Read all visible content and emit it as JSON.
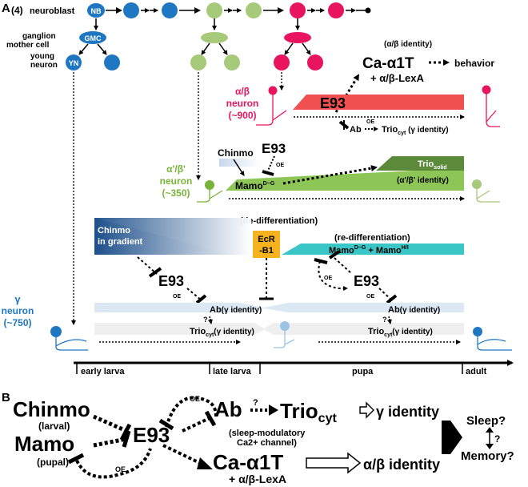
{
  "panel_a": {
    "label": "A",
    "lineage": {
      "count": "(4)",
      "neuroblast": "neuroblast",
      "nb": "NB",
      "gmc_label_1": "ganglion",
      "gmc_label_2": "mother cell",
      "gmc": "GMC",
      "yn_label_1": "young",
      "yn_label_2": "neuron",
      "yn": "YN"
    },
    "ab": {
      "identity_note": "(α/β identity)",
      "ca": "Ca-α1T",
      "behavior": "behavior",
      "lexa": "+ α/β-LexA",
      "neuron_1": "α/β",
      "neuron_2": "neuron",
      "neuron_3": "(~900)",
      "e93": "E93",
      "ab_small": "Ab",
      "oe": "OE",
      "trio": "Trio",
      "trio_sub": "cyt",
      "trio_note": " (γ identity)"
    },
    "apbp": {
      "neuron_1": "α'/β'",
      "neuron_2": "neuron",
      "neuron_3": "(~350)",
      "chinmo": "Chinmo",
      "e93": "E93",
      "oe": "OE",
      "mamo": "Mamo",
      "mamo_sup": "D~G",
      "trio": "Trio",
      "trio_sub": "solid",
      "identity": "(α'/β' identity)"
    },
    "gamma": {
      "neuron_1": "γ",
      "neuron_2": "neuron",
      "neuron_3": "(~750)",
      "dediff": "(de-differentiation)",
      "rediff": "(re-differentiation)",
      "chinmo_1": "Chinmo",
      "chinmo_2": "in gradient",
      "ecr_1": "EcR",
      "ecr_2": "-B1",
      "mamo_a": "Mamo",
      "mamo_a_sup": "D~G",
      "mamo_plus": " + Mamo",
      "mamo_b_sup": "H/I",
      "e93": "E93",
      "oe": "OE",
      "ab": "Ab",
      "ab_note": "(γ identity)",
      "q": "?",
      "trio": "Trio",
      "trio_sub": "cyt",
      "trio_note": "(γ identity)"
    },
    "timeline": [
      "early larva",
      "late larva",
      "pupa",
      "adult"
    ]
  },
  "panel_b": {
    "label": "B",
    "chinmo": "Chinmo",
    "larval": "(larval)",
    "mamo": "Mamo",
    "pupal": "(pupal)",
    "e93": "E93",
    "oe": "OE",
    "ab": "Ab",
    "q": "?",
    "trio": "Trio",
    "trio_sub": "cyt",
    "gamma_identity": "γ identity",
    "sleep_mod_1": "(sleep-modulatory",
    "sleep_mod_2": "Ca2+ channel)",
    "ca": "Ca-α1T",
    "lexa": "+ α/β-LexA",
    "ab_identity": "α/β identity",
    "sleep": "Sleep?",
    "q2": "?",
    "memory": "Memory?"
  },
  "colors": {
    "blue": "#1f77c2",
    "green": "#a6c97a",
    "dark_green": "#5b8a3a",
    "magenta": "#e8145f",
    "red": "#f05050",
    "teal": "#3ac6c6",
    "orange": "#f6b31e",
    "light_blue": "#dce9f5"
  }
}
